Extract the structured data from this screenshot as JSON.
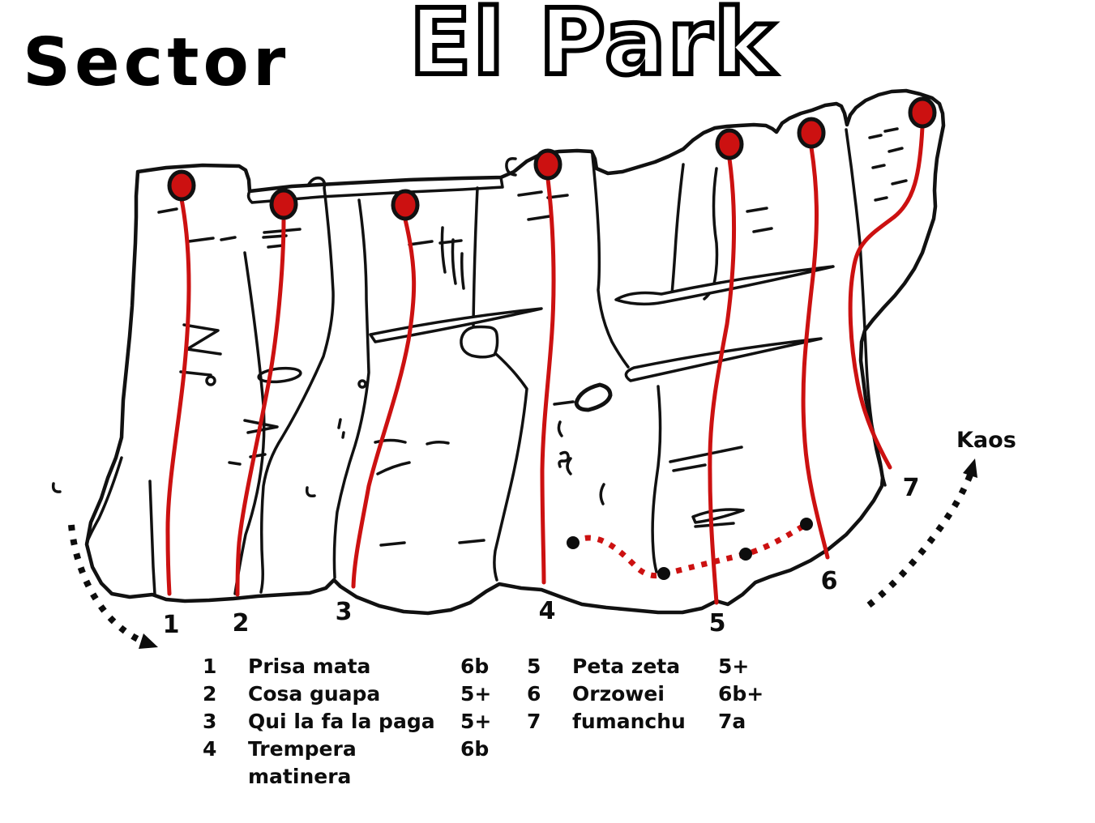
{
  "title": {
    "prefix": "Sector",
    "name": "El Park"
  },
  "labels": {
    "kaos": "Kaos"
  },
  "colors": {
    "route_red": "#cc1111",
    "ink": "#111111"
  },
  "routes": [
    {
      "number": "1",
      "name": "Prisa mata",
      "grade": "6b"
    },
    {
      "number": "2",
      "name": "Cosa guapa",
      "grade": "5+"
    },
    {
      "number": "3",
      "name": "Qui la fa la paga",
      "grade": "5+"
    },
    {
      "number": "4",
      "name": "Trempera matinera",
      "grade": "6b"
    },
    {
      "number": "5",
      "name": "Peta zeta",
      "grade": "5+"
    },
    {
      "number": "6",
      "name": "Orzowei",
      "grade": "6b+"
    },
    {
      "number": "7",
      "name": "fumanchu",
      "grade": "7a"
    }
  ]
}
